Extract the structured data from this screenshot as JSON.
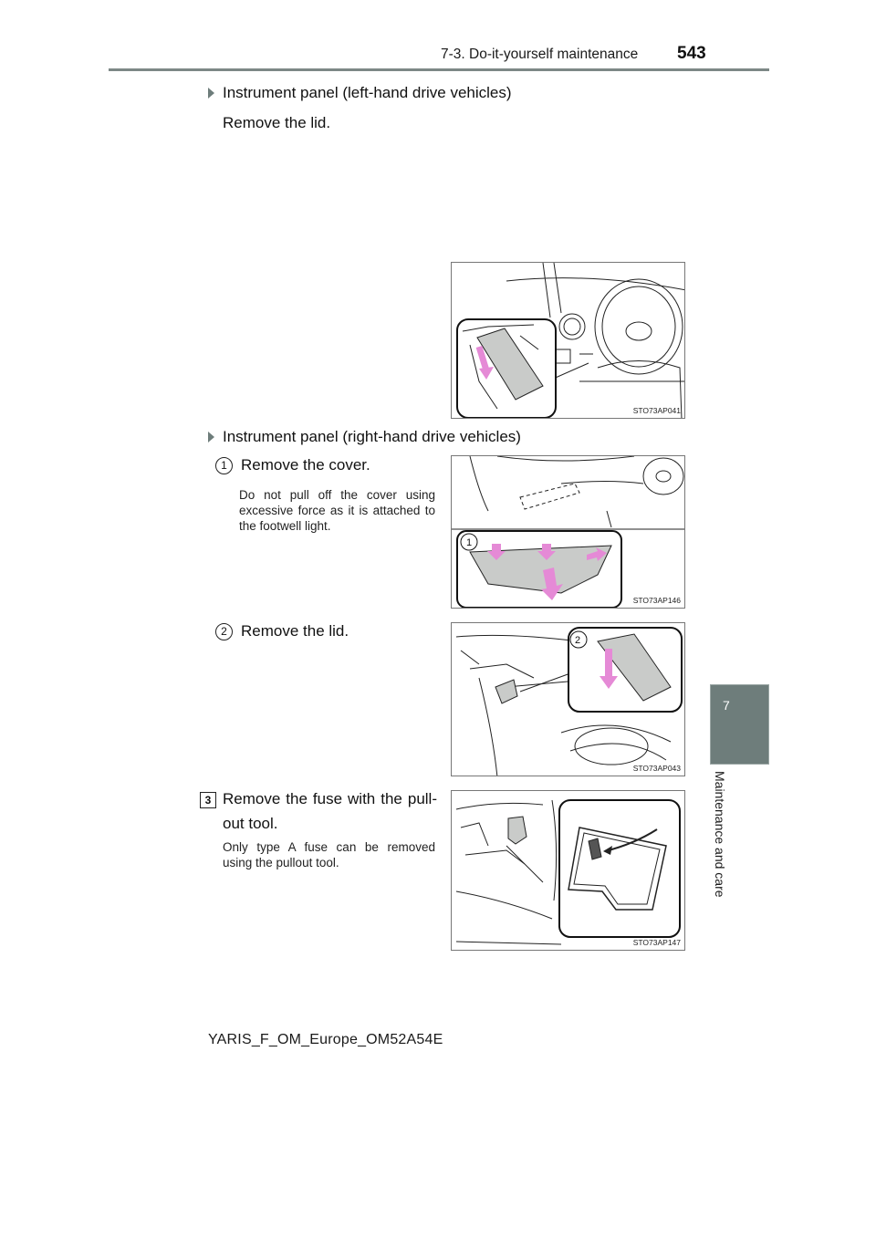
{
  "header": {
    "section": "7-3. Do-it-yourself maintenance",
    "page_number": "543"
  },
  "side_tab": {
    "chapter_number": "7",
    "chapter_title": "Maintenance and care"
  },
  "content": {
    "lhd": {
      "heading": "Instrument panel (left-hand drive vehicles)",
      "instruction": "Remove the lid.",
      "figure_caption": "STO73AP041"
    },
    "rhd": {
      "heading": "Instrument panel (right-hand drive vehicles)",
      "steps": [
        {
          "marker": "1",
          "instruction": "Remove the cover.",
          "note": "Do not pull off the cover using excessive force as it is attached to the footwell light.",
          "figure_caption": "STO73AP146",
          "figure_callout": "1"
        },
        {
          "marker": "2",
          "instruction": "Remove the lid.",
          "figure_caption": "STO73AP043",
          "figure_callout": "2"
        }
      ]
    },
    "step3": {
      "marker": "3",
      "instruction": "Remove the fuse with the pull-out tool.",
      "note": "Only type A fuse can be removed using the pullout tool.",
      "figure_caption": "STO73AP147"
    }
  },
  "footer": {
    "doc_id": "YARIS_F_OM_Europe_OM52A54E"
  },
  "colors": {
    "accent_tab": "#6e7d7b",
    "rule": "#7d8886",
    "arrow_pink": "#e58ad6",
    "lid_fill": "#c9cbc9"
  }
}
